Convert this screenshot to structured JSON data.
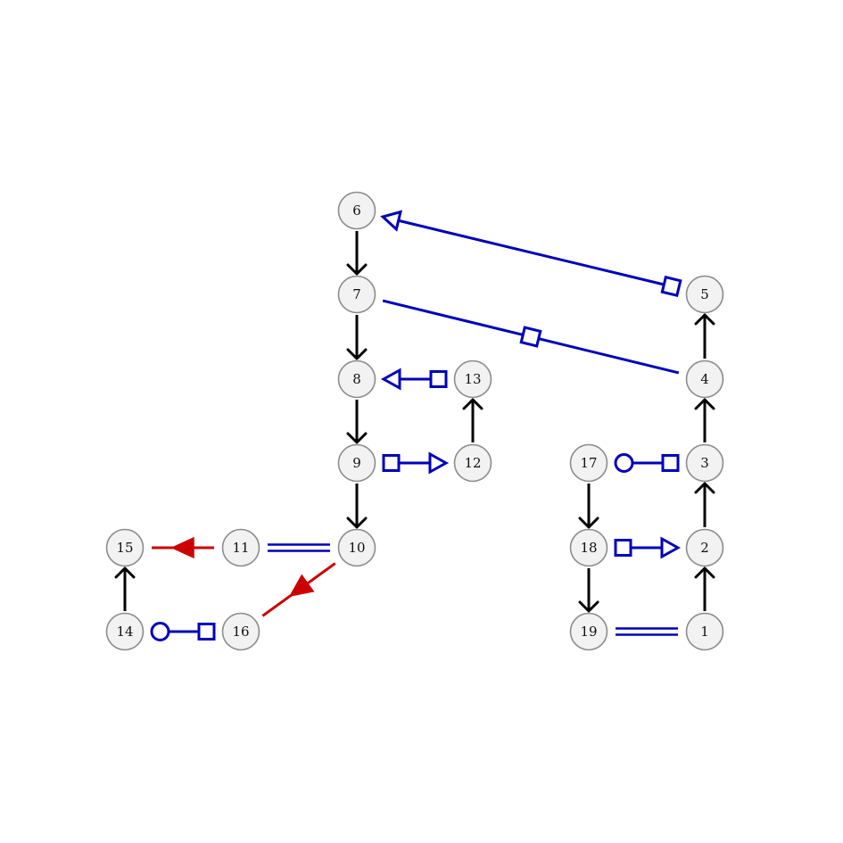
{
  "colors": {
    "node_fill": "#f2f2f2",
    "node_stroke": "#8c8c8c",
    "black_edge": "#000000",
    "blue_edge": "#0000bb",
    "red_edge": "#cc0000"
  },
  "nodes": [
    {
      "id": "1",
      "label": "1"
    },
    {
      "id": "2",
      "label": "2"
    },
    {
      "id": "3",
      "label": "3"
    },
    {
      "id": "4",
      "label": "4"
    },
    {
      "id": "5",
      "label": "5"
    },
    {
      "id": "6",
      "label": "6"
    },
    {
      "id": "7",
      "label": "7"
    },
    {
      "id": "8",
      "label": "8"
    },
    {
      "id": "9",
      "label": "9"
    },
    {
      "id": "10",
      "label": "10"
    },
    {
      "id": "11",
      "label": "11"
    },
    {
      "id": "12",
      "label": "12"
    },
    {
      "id": "13",
      "label": "13"
    },
    {
      "id": "14",
      "label": "14"
    },
    {
      "id": "15",
      "label": "15"
    },
    {
      "id": "16",
      "label": "16"
    },
    {
      "id": "17",
      "label": "17"
    },
    {
      "id": "18",
      "label": "18"
    },
    {
      "id": "19",
      "label": "19"
    }
  ],
  "edges": [
    {
      "from": "1",
      "to": "2",
      "style": "black-arrow"
    },
    {
      "from": "2",
      "to": "3",
      "style": "black-arrow"
    },
    {
      "from": "3",
      "to": "4",
      "style": "black-arrow"
    },
    {
      "from": "4",
      "to": "5",
      "style": "black-arrow"
    },
    {
      "from": "6",
      "to": "7",
      "style": "black-arrow"
    },
    {
      "from": "7",
      "to": "8",
      "style": "black-arrow"
    },
    {
      "from": "8",
      "to": "9",
      "style": "black-arrow"
    },
    {
      "from": "9",
      "to": "10",
      "style": "black-arrow"
    },
    {
      "from": "12",
      "to": "13",
      "style": "black-arrow"
    },
    {
      "from": "14",
      "to": "15",
      "style": "black-arrow"
    },
    {
      "from": "17",
      "to": "18",
      "style": "black-arrow"
    },
    {
      "from": "18",
      "to": "19",
      "style": "black-arrow"
    },
    {
      "from": "5",
      "to": "6",
      "style": "blue-square-triangle"
    },
    {
      "from": "13",
      "to": "8",
      "style": "blue-square-triangle"
    },
    {
      "from": "9",
      "to": "12",
      "style": "blue-square-triangle"
    },
    {
      "from": "18",
      "to": "2",
      "style": "blue-square-triangle"
    },
    {
      "from": "7",
      "to": "4",
      "style": "blue-mid-square"
    },
    {
      "from": "17",
      "to": "3",
      "style": "blue-circle-square"
    },
    {
      "from": "14",
      "to": "16",
      "style": "blue-circle-square"
    },
    {
      "from": "11",
      "to": "10",
      "style": "blue-double"
    },
    {
      "from": "19",
      "to": "1",
      "style": "blue-double"
    },
    {
      "from": "11",
      "to": "15",
      "style": "red-filled-arrow"
    },
    {
      "from": "10",
      "to": "16",
      "style": "red-filled-arrow"
    }
  ]
}
